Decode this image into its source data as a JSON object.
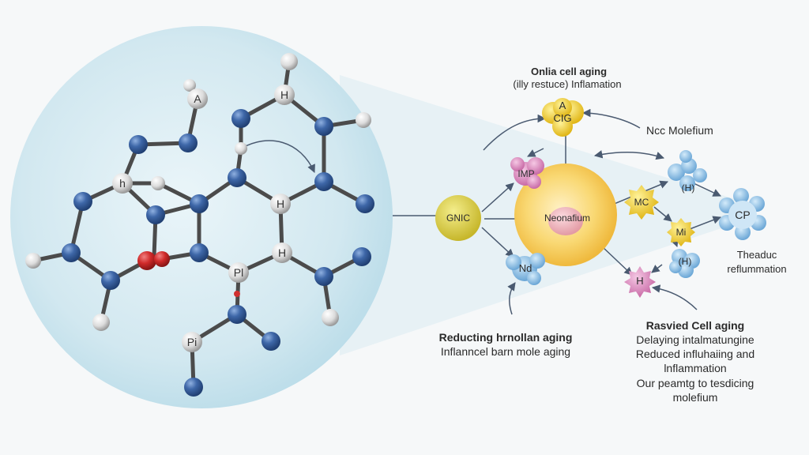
{
  "labels": {
    "top_title_1": "Onlia cell aging",
    "top_title_2": "(illy restuce) Inflamation",
    "ncc": "Ncc Molefium",
    "left_title": "Reducting hrnollan aging",
    "left_sub": "Inflanncel barn mole aging",
    "right_title": "Rasvied Cell aging",
    "right_l1": "Delaying intalmatungine",
    "right_l2": "Reduced influhaiing and",
    "right_l3": "lnflammation",
    "right_l4": "Our peamtg to tesdicing",
    "right_l5": "molefium",
    "theraduct_1": "Theaduc",
    "theraduct_2": "reflummation"
  },
  "nodes": {
    "acg": "A\nCIG",
    "imp": "IMP",
    "gnic": "GNIC",
    "center": "Neonafium",
    "nd": "Nd",
    "mc": "MC",
    "h_top": "(H)",
    "cp": "CP",
    "mi": "Mi",
    "h_mid": "(H)",
    "h_bottom": "H"
  },
  "atoms": {
    "a1": "A",
    "h1": "H",
    "h2": "h",
    "h3": "H",
    "h4": "H",
    "p1": "Pl",
    "p2": "Pi"
  },
  "colors": {
    "lens": "#d4eaf1",
    "atom_blue": "#3f67a5",
    "atom_white": "#e8e8e8",
    "atom_red": "#cf2e2e",
    "core_yellow": "#f7d56c",
    "gnic_yellow": "#dacd3a",
    "pink": "#dd8fc0",
    "sky": "#8fc1e6"
  }
}
